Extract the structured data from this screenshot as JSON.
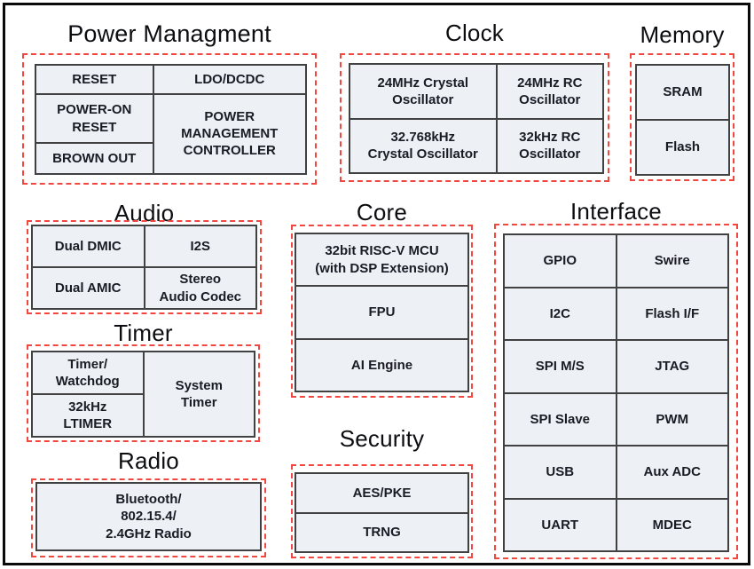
{
  "sections": {
    "power": {
      "title": "Power Managment",
      "cells": {
        "reset": "RESET",
        "ldo_dcdc": "LDO/DCDC",
        "power_on_reset": "POWER-ON\nRESET",
        "pm_controller": "POWER\nMANAGEMENT\nCONTROLLER",
        "brown_out": "BROWN OUT"
      }
    },
    "clock": {
      "title": "Clock",
      "cells": {
        "xtal_24mhz": "24MHz Crystal\nOscillator",
        "rc_24mhz": "24MHz RC\nOscillator",
        "xtal_32768khz": "32.768kHz\nCrystal Oscillator",
        "rc_32khz": "32kHz RC\nOscillator"
      }
    },
    "memory": {
      "title": "Memory",
      "cells": {
        "sram": "SRAM",
        "flash": "Flash"
      }
    },
    "audio": {
      "title": "Audio",
      "cells": {
        "dual_dmic": "Dual DMIC",
        "i2s": "I2S",
        "dual_amic": "Dual AMIC",
        "stereo_codec": "Stereo\nAudio Codec"
      }
    },
    "core": {
      "title": "Core",
      "cells": {
        "mcu": "32bit RISC-V MCU\n(with DSP Extension)",
        "fpu": "FPU",
        "ai_engine": "AI Engine"
      }
    },
    "interface": {
      "title": "Interface",
      "cells": {
        "gpio": "GPIO",
        "swire": "Swire",
        "i2c": "I2C",
        "flash_if": "Flash I/F",
        "spi_ms": "SPI M/S",
        "jtag": "JTAG",
        "spi_slave": "SPI Slave",
        "pwm": "PWM",
        "usb": "USB",
        "aux_adc": "Aux ADC",
        "uart": "UART",
        "mdec": "MDEC"
      }
    },
    "timer": {
      "title": "Timer",
      "cells": {
        "timer_watchdog": "Timer/\nWatchdog",
        "ltimer_32khz": "32kHz\nLTIMER",
        "system_timer": "System\nTimer"
      }
    },
    "radio": {
      "title": "Radio",
      "cells": {
        "bt_radio": "Bluetooth/\n802.15.4/\n2.4GHz Radio"
      }
    },
    "security": {
      "title": "Security",
      "cells": {
        "aes_pke": "AES/PKE",
        "trng": "TRNG"
      }
    }
  },
  "colors": {
    "cell_fill": "#edf0f5",
    "cell_border": "#414141",
    "group_dashed_border": "#f14740",
    "outer_frame": "#0a0a0a",
    "text": "#191c24"
  }
}
